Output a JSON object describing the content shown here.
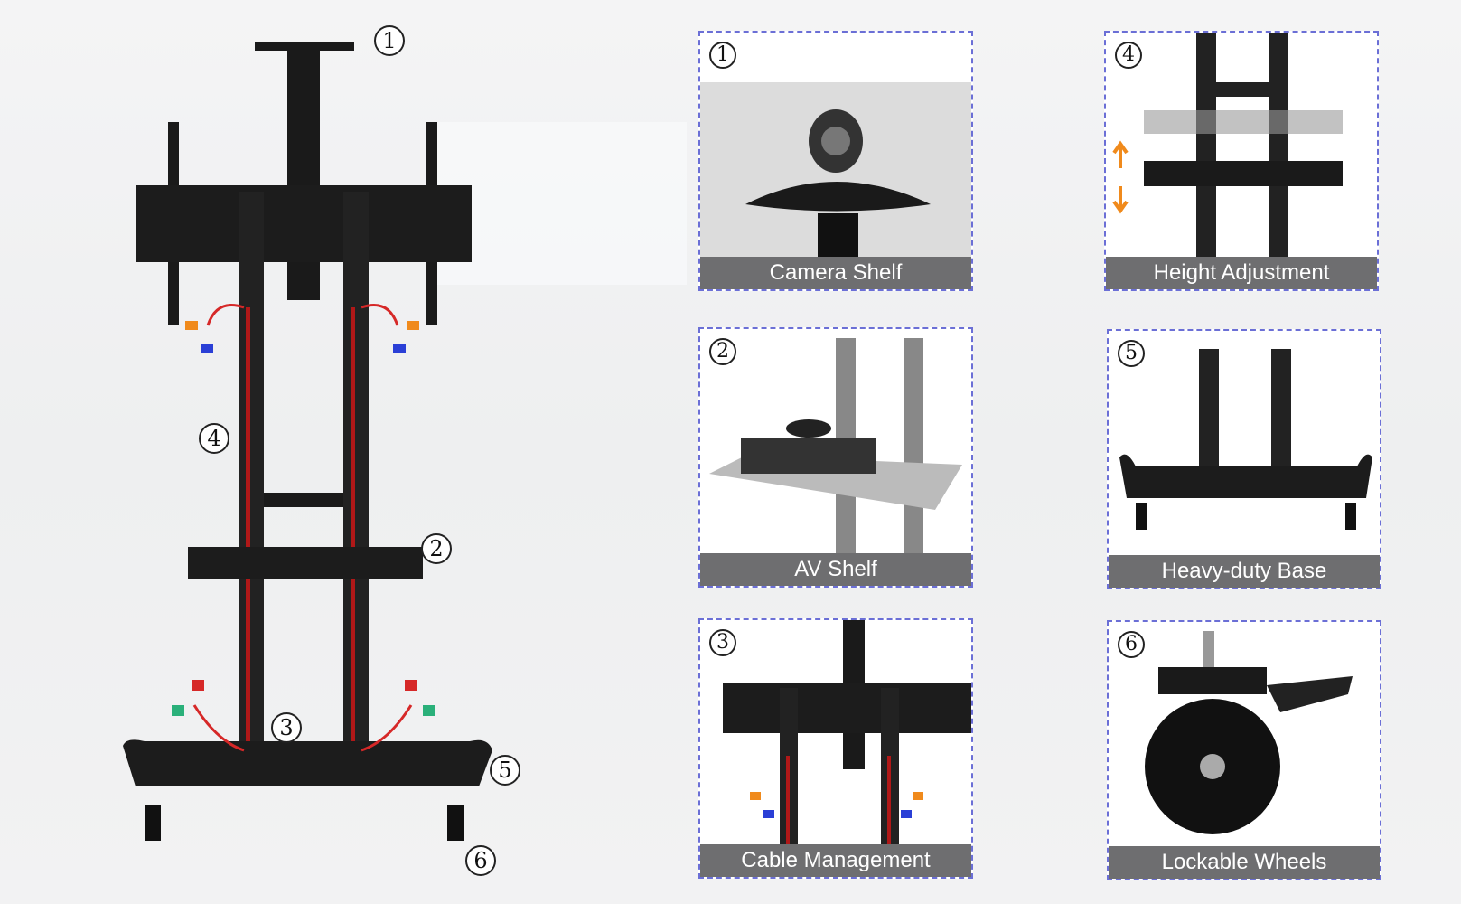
{
  "callouts": [
    "1",
    "2",
    "3",
    "4",
    "5",
    "6"
  ],
  "panels": [
    {
      "num": "1",
      "label": "Camera Shelf"
    },
    {
      "num": "4",
      "label": "Height Adjustment"
    },
    {
      "num": "2",
      "label": "AV Shelf"
    },
    {
      "num": "5",
      "label": "Heavy-duty Base"
    },
    {
      "num": "3",
      "label": "Cable Management"
    },
    {
      "num": "6",
      "label": "Lockable Wheels"
    }
  ],
  "colors": {
    "border": "#6b6fd6",
    "label_bg": "#6e6e70",
    "frame": "#1a1a1a",
    "cable": "#d62828",
    "arrow": "#f08a1c"
  }
}
